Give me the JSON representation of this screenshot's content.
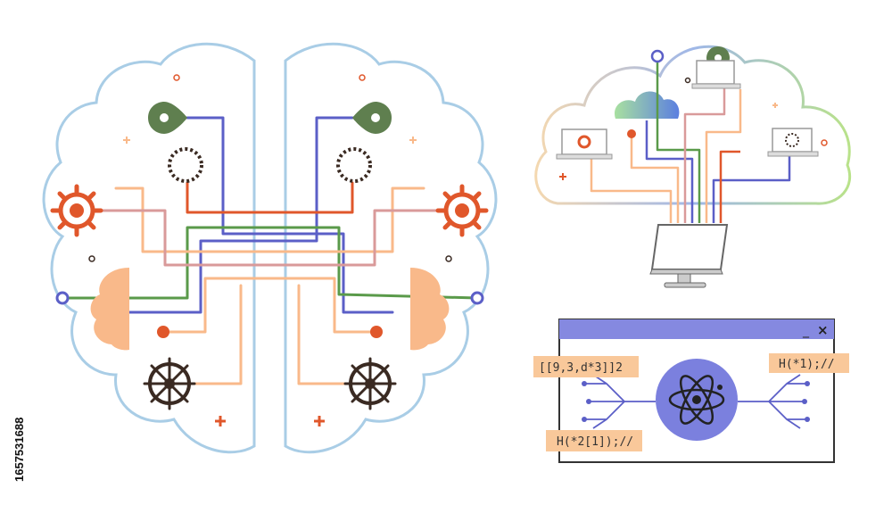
{
  "stock_id": "1657531688",
  "code_window": {
    "snippets": [
      "[[9,3,d*3]]2",
      "H(*1);//",
      "H(*2[1]);//"
    ],
    "controls": [
      "_",
      "×"
    ]
  },
  "colors": {
    "blue": "#5b5fc7",
    "green": "#5a9a4a",
    "orange": "#e0572b",
    "peach": "#f9b98a",
    "pink": "#d99a9a",
    "outline": "#a9cde6",
    "olive": "#5f7f4f",
    "dark": "#3a2a22",
    "purple_bar": "#8589e0",
    "atom_bg": "#7b80de"
  },
  "icons": [
    "map-pin-icon",
    "gear-icon",
    "cloud-icon",
    "laptop-icon",
    "monitor-icon",
    "atom-icon",
    "ship-wheel-icon",
    "head-profile-icon"
  ]
}
